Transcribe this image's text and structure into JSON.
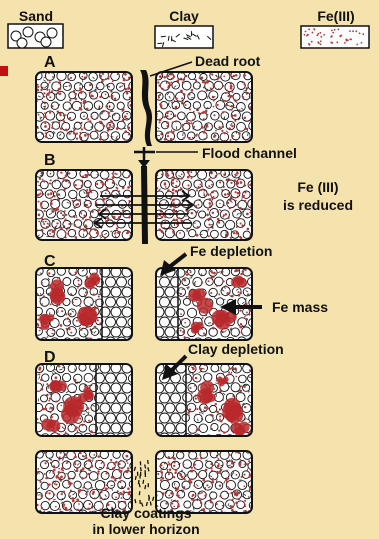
{
  "legend": {
    "sand": "Sand",
    "clay": "Clay",
    "fe": "Fe(III)"
  },
  "panels": {
    "a": {
      "letter": "A",
      "note": "Dead root"
    },
    "b": {
      "letter": "B",
      "note": "Flood channel",
      "note2_line1": "Fe (III)",
      "note2_line2": "is reduced"
    },
    "c": {
      "letter": "C",
      "note": "Fe depletion",
      "note2": "Fe mass"
    },
    "d": {
      "letter": "D",
      "note": "Clay depletion"
    },
    "e": {
      "caption_line1": "Clay coatings",
      "caption_line2": "in lower horizon"
    }
  },
  "colors": {
    "background": "#f5e3ad",
    "panel": "#ffffff",
    "fe_speckle": "#b23a3a",
    "fe_mass": "#b8282a",
    "accent": "#c01010"
  }
}
